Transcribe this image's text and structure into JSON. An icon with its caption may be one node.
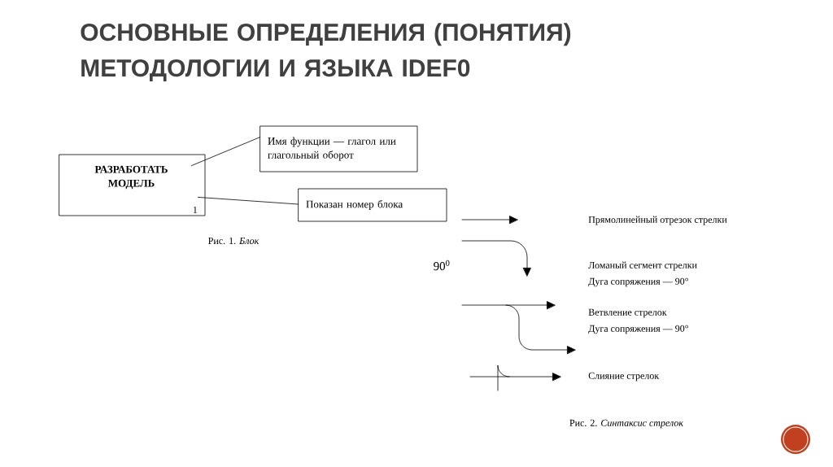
{
  "diagram": {
    "title": "ОСНОВНЫЕ ОПРЕДЕЛЕНИЯ (ПОНЯТИЯ) МЕТОДОЛОГИИ И ЯЗЫКА IDEF0",
    "nodes": [
      {
        "text": [
          "РАЗРАБОТАТЬ МОДЕЛЬ",
          "1"
        ]
      },
      {
        "text": [
          "Имя функции — глагол или глагольный оборот"
        ]
      },
      {
        "text": [
          "Показан номер блока"
        ]
      }
    ],
    "edges": [
      {
        "from": 1,
        "to": 0,
        "arrow": "none"
      },
      {
        "from": 2,
        "to": 0,
        "arrow": "none"
      }
    ],
    "labels": [
      "Рис. 1. *Блок*",
      "Прямолинейный отрезок стрелки",
      "90$^{0}$",
      "Ломаный сегмент стрелки",
      "Дуга сопряжения — 90°",
      "Ветвление стрелок",
      "Дуга сопряжения — 90°",
      "Слияние стрелок",
      "Рис. 2. *Синтаксис стрелок*"
    ]
  }
}
